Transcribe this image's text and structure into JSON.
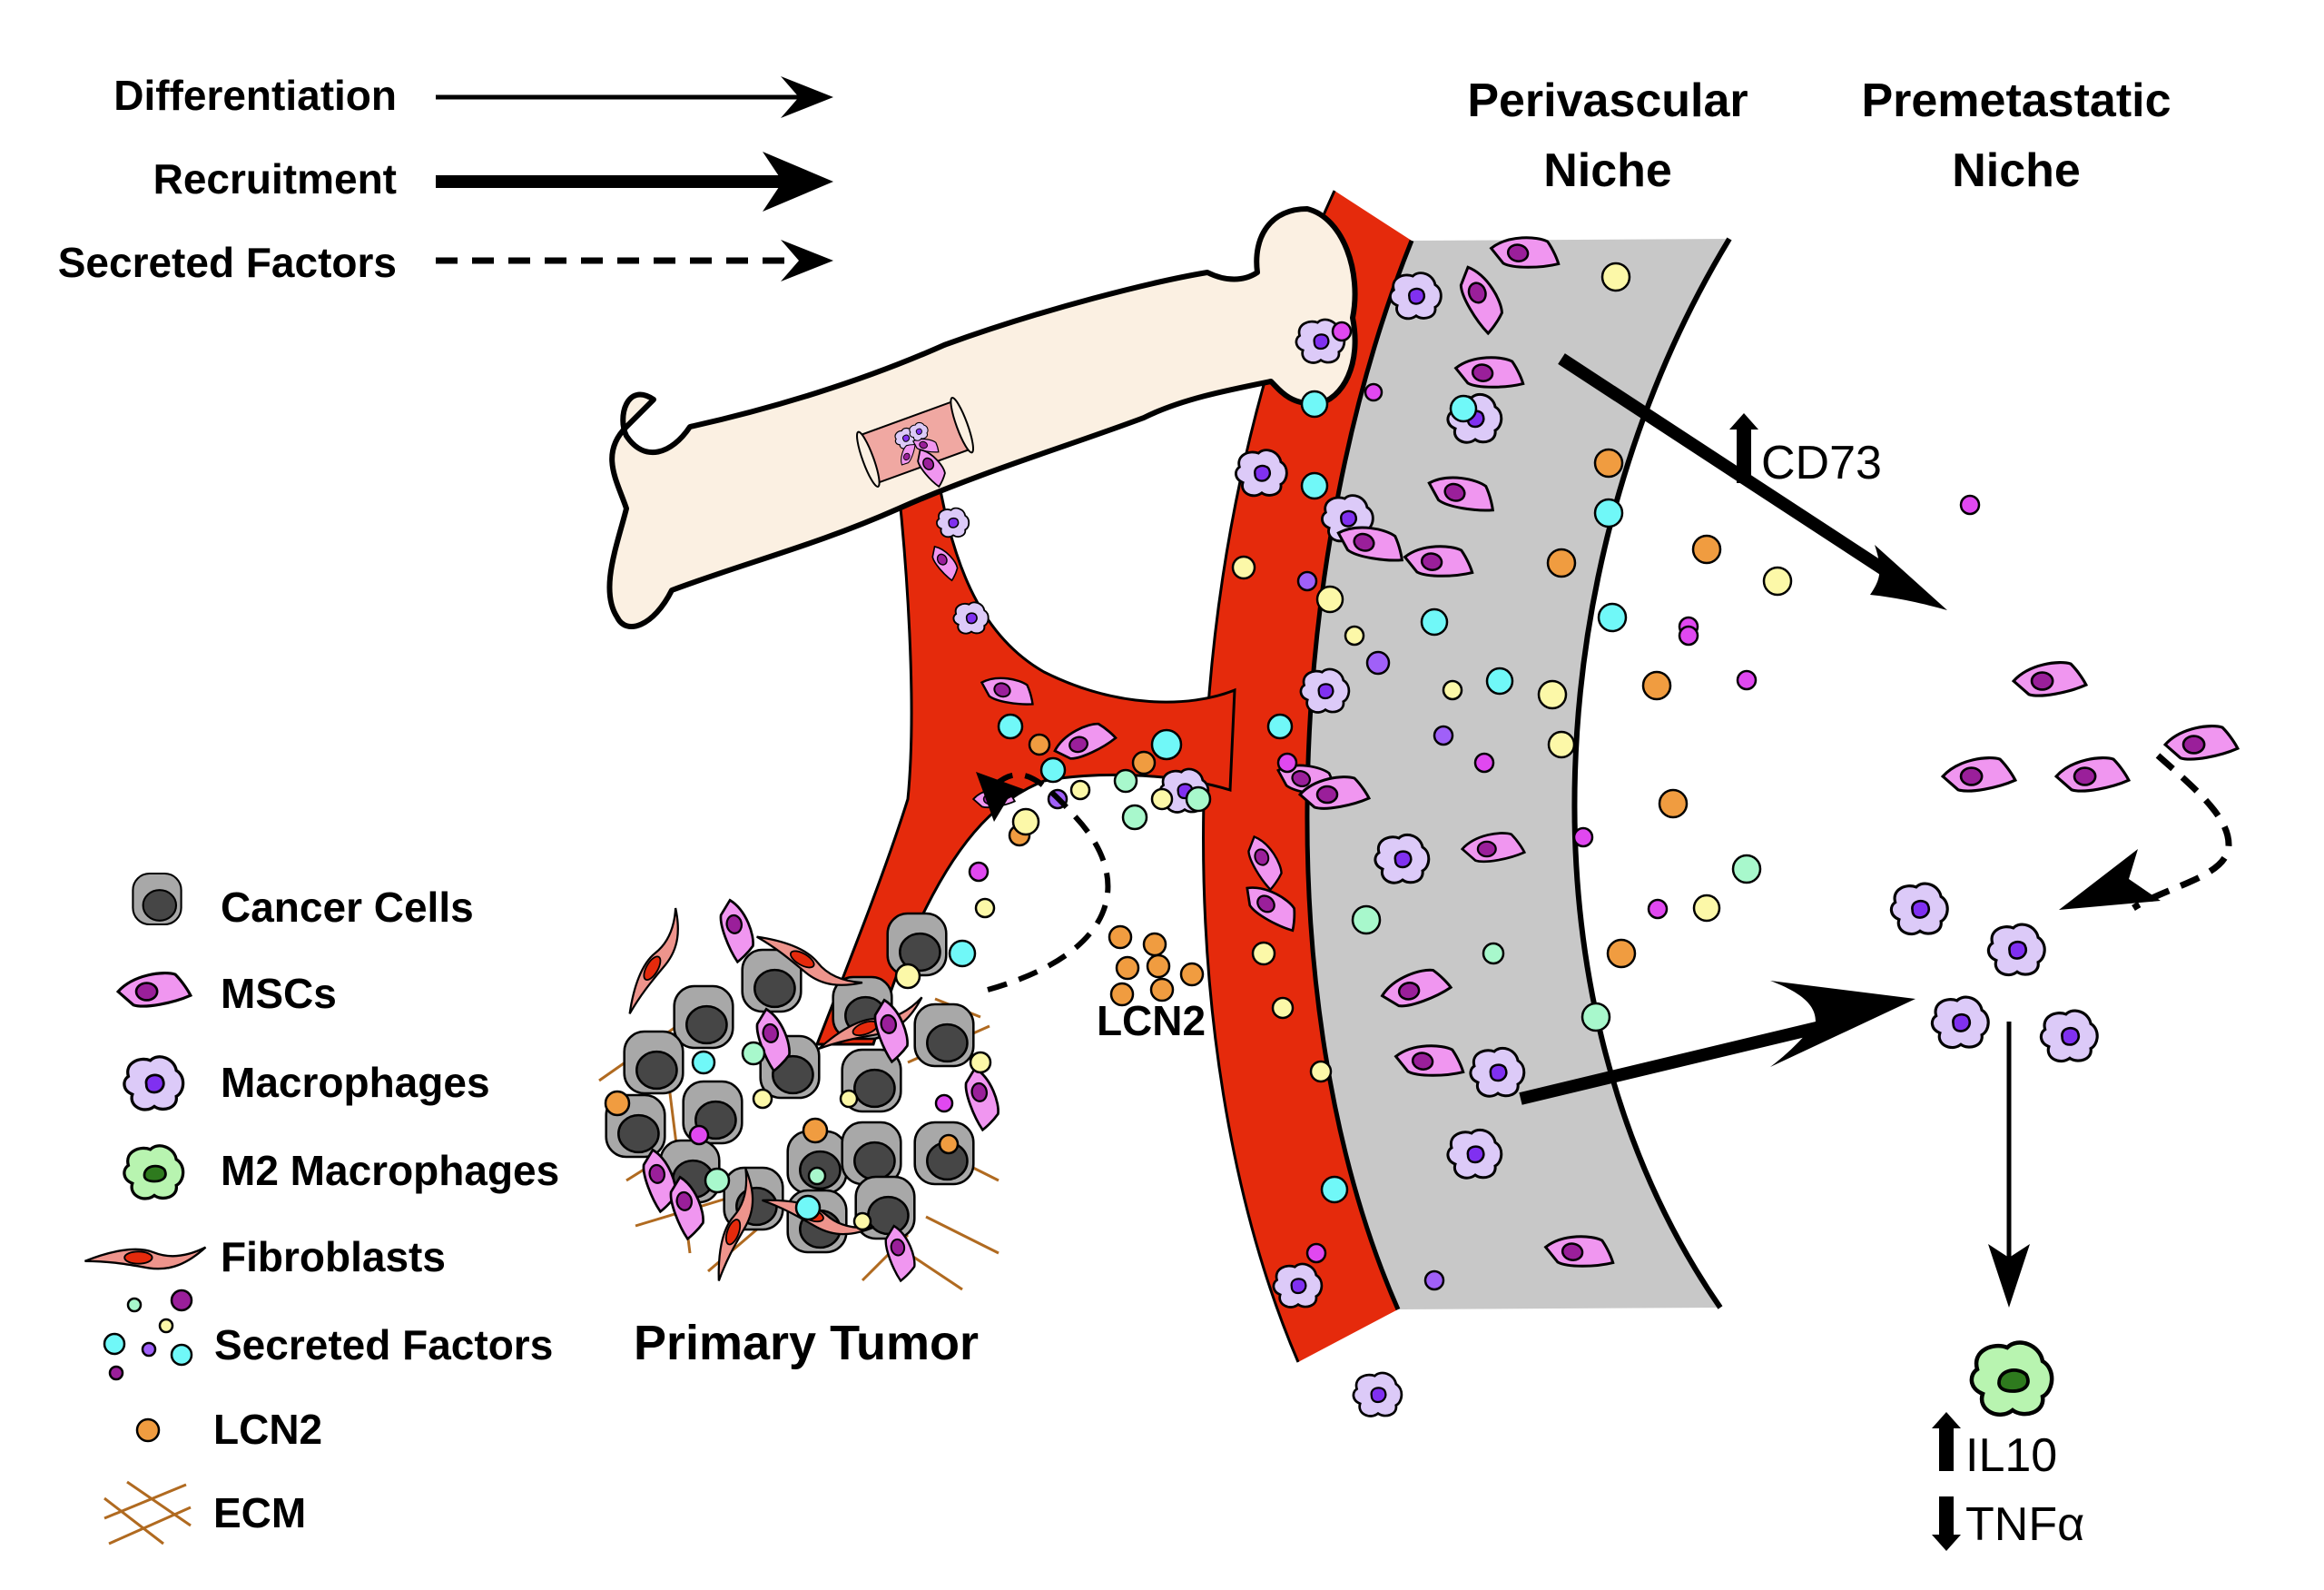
{
  "arrow_legend": [
    {
      "label": "Differentiation",
      "style": "thin-solid"
    },
    {
      "label": "Recruitment",
      "style": "thick-solid"
    },
    {
      "label": "Secreted Factors",
      "style": "dashed"
    }
  ],
  "niche_titles": {
    "perivascular": [
      "Perivascular",
      "Niche"
    ],
    "premetastatic": [
      "Premetastatic",
      "Niche"
    ]
  },
  "cell_legend": [
    {
      "label": "Cancer Cells",
      "icon": "cancer-cell-icon"
    },
    {
      "label": "MSCs",
      "icon": "msc-icon"
    },
    {
      "label": "Macrophages",
      "icon": "macrophage-icon"
    },
    {
      "label": "M2 Macrophages",
      "icon": "m2-macrophage-icon"
    },
    {
      "label": "Fibroblasts",
      "icon": "fibroblast-icon"
    },
    {
      "label": "Secreted Factors",
      "icon": "secreted-factors-icon"
    },
    {
      "label": "LCN2",
      "icon": "lcn2-icon"
    },
    {
      "label": "ECM",
      "icon": "ecm-icon"
    }
  ],
  "labels": {
    "primary_tumor": "Primary Tumor",
    "lcn2": "LCN2",
    "cd73": "CD73",
    "cd73_direction": "up",
    "il10": "IL10",
    "il10_direction": "up",
    "tnfa": "TNFα",
    "tnfa_direction": "down"
  },
  "colors": {
    "vessel": "#e52a0c",
    "perivascular_band": "#c8c8c8",
    "bone": "#fbf0e2",
    "marrow": "#f0a8a2",
    "msc": "#f096f0",
    "msc_nucleus": "#9a1f9a",
    "macrophage": "#dccaf8",
    "macrophage_nucleus": "#8030f0",
    "m2_macrophage": "#b8f4b0",
    "m2_nucleus": "#2e7a1e",
    "cancer_cell": "#a8a8a8",
    "cancer_nucleus": "#464646",
    "fibroblast": "#ee948c",
    "fibroblast_nucleus": "#e52a0c",
    "lcn2": "#f09c40",
    "factor_cyan": "#70f8f8",
    "factor_yellow": "#fcf8a8",
    "factor_mint": "#a8f8cc",
    "factor_magenta": "#e048f0",
    "factor_violet": "#a060f8",
    "factor_purple": "#9a1f9a",
    "ecm": "#b06a20"
  }
}
